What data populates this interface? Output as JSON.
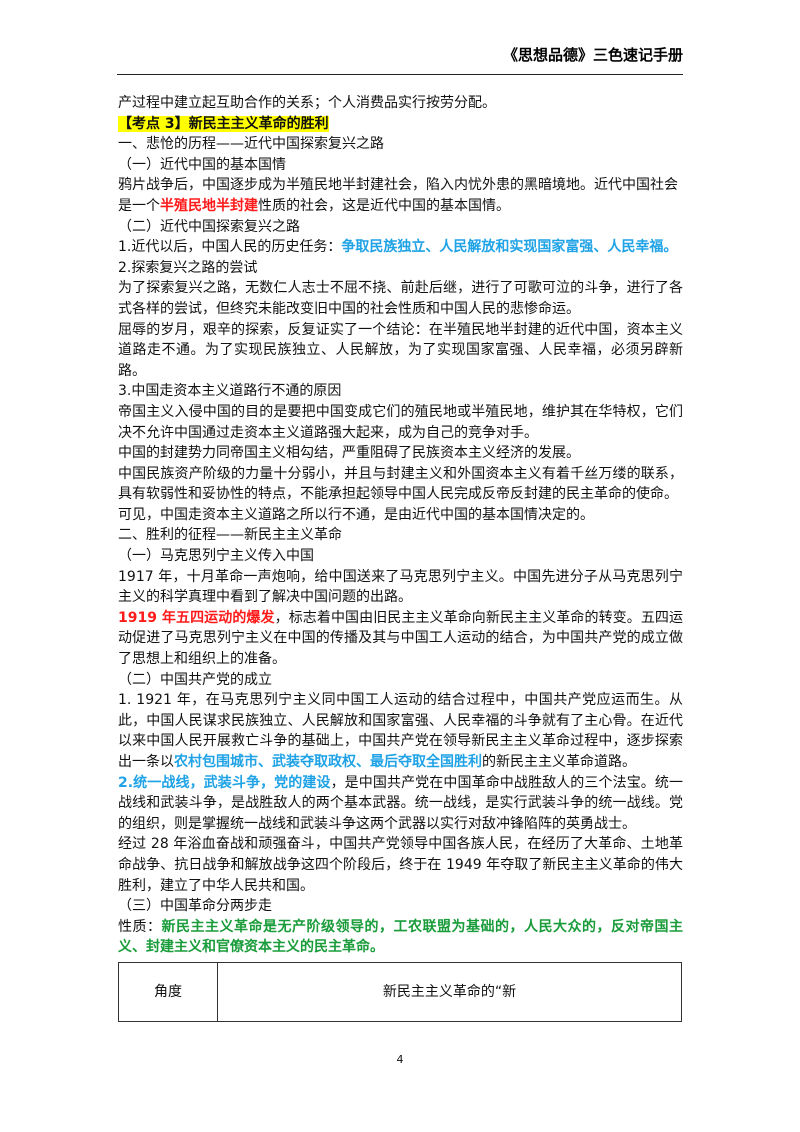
{
  "header": {
    "title": "《思想品德》三色速记手册"
  },
  "content": {
    "p1": "产过程中建立起互助合作的关系；个人消费品实行按劳分配。",
    "kd3": "【考点 3】新民主主义革命的胜利",
    "s1": "一、悲怆的历程——近代中国探索复兴之路",
    "s1a": "（一）近代中国的基本国情",
    "p2": "鸦片战争后，中国逐步成为半殖民地半封建社会，陷入内忧外患的黑暗境地。近代中国社会",
    "p3a": "是一个",
    "p3r": "半殖民地半封建",
    "p3b": "性质的社会，这是近代中国的基本国情。",
    "s1b": "（二）近代中国探索复兴之路",
    "p4a": "1.近代以后，中国人民的历史任务：",
    "p4b": "争取民族独立、人民解放和实现国家富强、人民幸福。",
    "p5": "2.探索复兴之路的尝试",
    "p6": "为了探索复兴之路，无数仁人志士不屈不挠、前赴后继，进行了可歌可泣的斗争，进行了各式各样的尝试，但终究未能改变旧中国的社会性质和中国人民的悲惨命运。",
    "p7": "屈辱的岁月，艰辛的探索，反复证实了一个结论：在半殖民地半封建的近代中国，资本主义道路走不通。为了实现民族独立、人民解放，为了实现国家富强、人民幸福，必须另辟新路。",
    "p8": "3.中国走资本主义道路行不通的原因",
    "p9": "帝国主义入侵中国的目的是要把中国变成它们的殖民地或半殖民地，维护其在华特权，它们决不允许中国通过走资本主义道路强大起来，成为自己的竞争对手。",
    "p10": "中国的封建势力同帝国主义相勾结，严重阻碍了民族资本主义经济的发展。",
    "p11": "中国民族资产阶级的力量十分弱小，并且与封建主义和外国资本主义有着千丝万缕的联系，具有软弱性和妥协性的特点，不能承担起领导中国人民完成反帝反封建的民主革命的使命。",
    "p12": "可见，中国走资本主义道路之所以行不通，是由近代中国的基本国情决定的。",
    "s2": "二、胜利的征程——新民主主义革命",
    "s2a": "（一）马克思列宁主义传入中国",
    "p13": "1917 年，十月革命一声炮响，给中国送来了马克思列宁主义。中国先进分子从马克思列宁主义的科学真理中看到了解决中国问题的出路。",
    "p14r": "1919 年五四运动的爆发",
    "p14b": "，标志着中国由旧民主主义革命向新民主主义革命的转变。五四运动促进了马克思列宁主义在中国的传播及其与中国工人运动的结合，为中国共产党的成立做了思想上和组织上的准备。",
    "s2b": "（二）中国共产党的成立",
    "p15a": "1. 1921 年，在马克思列宁主义同中国工人运动的结合过程中，中国共产党应运而生。从此，中国人民谋求民族独立、人民解放和国家富强、人民幸福的斗争就有了主心骨。在近代以来中国人民开展救亡斗争的基础上，中国共产党在领导新民主主义革命过程中，逐步探索出一条以",
    "p15b": "农村包围城市、武装夺取政权、最后夺取全国胜利",
    "p15c": "的新民主主义革命道路。",
    "p16a": "2.",
    "p16b": "统一战线，武装斗争，党的建设",
    "p16c": "，是中国共产党在中国革命中战胜敌人的三个法宝。统一战线和武装斗争，是战胜敌人的两个基本武器。统一战线，是实行武装斗争的统一战线。党的组织，则是掌握统一战线和武装斗争这两个武器以实行对敌冲锋陷阵的英勇战士。",
    "p17": "经过 28 年浴血奋战和顽强奋斗，中国共产党领导中国各族人民，在经历了大革命、土地革命战争、抗日战争和解放战争这四个阶段后，终于在 1949 年夺取了新民主主义革命的伟大胜利，建立了中华人民共和国。",
    "s2c": "（三）中国革命分两步走",
    "p18a": "性质：",
    "p18b": "新民主主义革命是无产阶级领导的，工农联盟为基础的，人民大众的，反对帝国主义、封建主义和官僚资本主义的民主革命。",
    "table": {
      "col1": "角度",
      "col2": "新民主主义革命的“新"
    }
  },
  "footer": {
    "page_number": "4"
  }
}
